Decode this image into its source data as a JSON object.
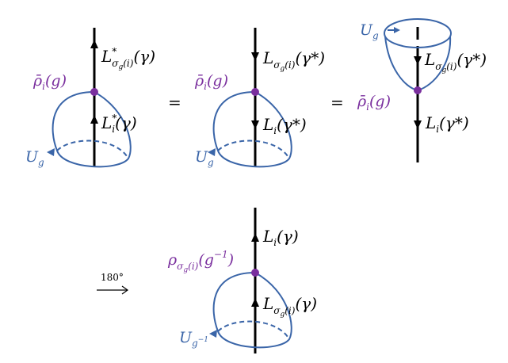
{
  "colors": {
    "blue": "#3a65a8",
    "purple": "#7a2f9e",
    "black": "#000000"
  },
  "equals_sign": "=",
  "rotation_label": "180°",
  "rotation_arrow": "⟶",
  "panels": [
    {
      "upper_label": {
        "base": "L",
        "sup": "*",
        "sub_main": "σ",
        "sub_sub": "g",
        "sub_tail": "(i)",
        "arg": "(γ)"
      },
      "lower_label": {
        "base": "L",
        "sup": "*",
        "sub_main": "i",
        "arg": "(γ)"
      },
      "vertex_label": {
        "base": "ρ̄",
        "sub": "i",
        "arg": "(g)"
      },
      "cap_label": {
        "base": "U",
        "sub": "g"
      }
    },
    {
      "upper_label": {
        "base": "L",
        "sub_main": "σ",
        "sub_sub": "g",
        "sub_tail": "(i)",
        "arg": "(γ*)"
      },
      "lower_label": {
        "base": "L",
        "sub_main": "i",
        "arg": "(γ*)"
      },
      "vertex_label": {
        "base": "ρ̄",
        "sub": "i",
        "arg": "(g)"
      },
      "cap_label": {
        "base": "U",
        "sub": "g"
      }
    },
    {
      "upper_label": {
        "base": "L",
        "sub_main": "σ",
        "sub_sub": "g",
        "sub_tail": "(i)",
        "arg": "(γ*)"
      },
      "lower_label": {
        "base": "L",
        "sub_main": "i",
        "arg": "(γ*)"
      },
      "vertex_label": {
        "base": "ρ̄",
        "sub": "i",
        "arg": "(g)"
      },
      "cap_label": {
        "base": "U",
        "sub": "g"
      }
    },
    {
      "upper_label": {
        "base": "L",
        "sub_main": "i",
        "arg": "(γ)"
      },
      "lower_label": {
        "base": "L",
        "sub_main": "σ",
        "sub_sub": "g",
        "sub_tail": "(i)",
        "arg": "(γ)"
      },
      "vertex_label": {
        "base": "ρ",
        "sub_main": "σ",
        "sub_sub": "g",
        "sub_tail": "(i)",
        "arg": "(g",
        "arg_sup": "−1",
        "arg_close": ")"
      },
      "cap_label": {
        "base": "U",
        "sub": "g",
        "sub_sup": "−1"
      }
    }
  ]
}
